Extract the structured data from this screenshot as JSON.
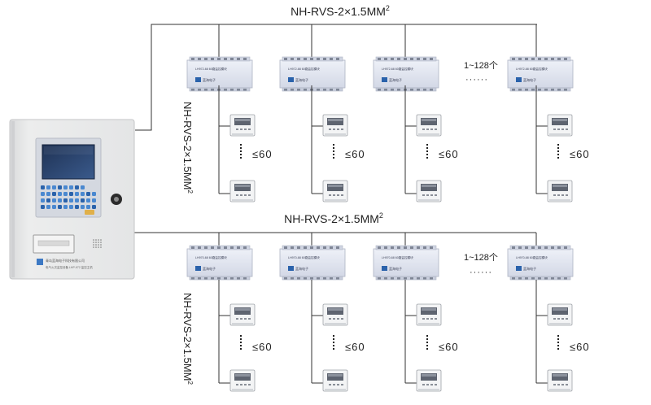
{
  "bus_label": "NH-RVS-2×1.5MM",
  "bus_label_sup": "2",
  "branch_label": "NH-RVS-2×1.5MM",
  "branch_label_sup": "2",
  "controller_count": "1~128个",
  "ellipsis": "······",
  "node_limit": "≤60",
  "module_top_label": "LH972-68 60路监控模块",
  "module_bottom_label": "LH970-68 60路监控模块",
  "module_brand": "蓝海电子",
  "host_company": "青岛蓝海电子科技有限公司",
  "host_model_line": "电气火灾监控设备 LHP-972 监控主机",
  "colors": {
    "line": "#333333",
    "panel": "#e9eaea",
    "module": "#e2e6f2",
    "screen": "#2f4a7a",
    "key": "#3d79c4"
  }
}
